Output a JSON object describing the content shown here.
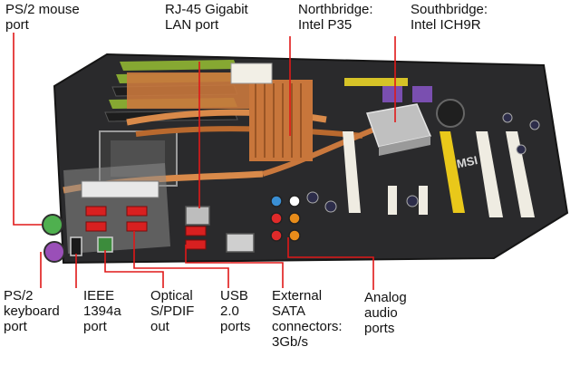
{
  "colors": {
    "board": "#2a2a2c",
    "pointer": "#e01818",
    "copper": "#c9783d",
    "ram_green": "#86a832",
    "slot_white": "#efece2",
    "slot_yellow": "#e9c81a",
    "port_blue": "#3a8fd4",
    "port_green": "#4fb04f",
    "port_purple": "#9a4fb8"
  },
  "labels": {
    "ps2_mouse": "PS/2 mouse\nport",
    "rj45": "RJ-45 Gigabit\nLAN port",
    "northbridge": "Northbridge:\nIntel P35",
    "southbridge": "Southbridge:\nIntel ICH9R",
    "ps2_keyboard": "PS/2\nkeyboard\nport",
    "ieee1394": "IEEE\n1394a\nport",
    "optical": "Optical\nS/PDIF\nout",
    "usb": "USB\n2.0\nports",
    "esata": "External\nSATA\nconnectors:\n3Gb/s",
    "audio": "Analog\naudio\nports"
  },
  "board": {
    "brand": "MSI"
  }
}
